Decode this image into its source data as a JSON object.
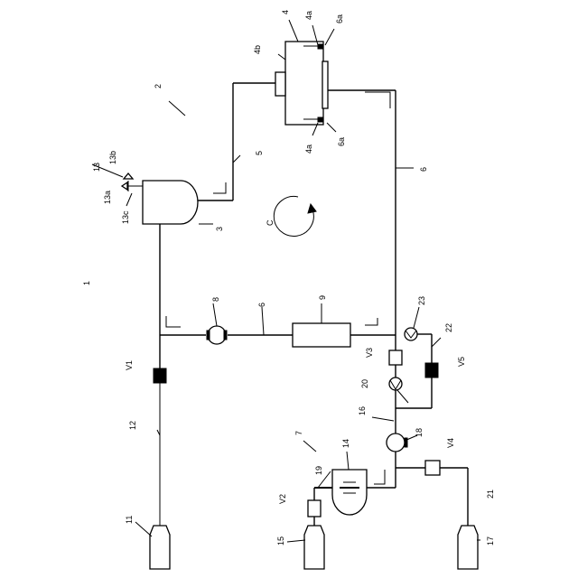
{
  "diagram": {
    "labels": {
      "system": "1",
      "circuit": "2",
      "tank": "3",
      "module": "4",
      "module_a_top": "4a",
      "module_a_bottom": "4a",
      "module_b": "4b",
      "line_5": "5",
      "line_6_right": "6",
      "line_6_mid": "6",
      "port_6a_top": "6a",
      "port_6a_bottom": "6a",
      "supply_unit": "7",
      "pump_8": "8",
      "filter_9": "9",
      "source_11": "11",
      "line_12": "12",
      "valve_group_13": "13",
      "valve_13a": "13a",
      "valve_13b": "13b",
      "valve_13c": "13c",
      "reservoir_14": "14",
      "source_15": "15",
      "line_16": "16",
      "source_17": "17",
      "pump_18": "18",
      "line_19": "19",
      "check_20": "20",
      "line_21": "21",
      "line_22": "22",
      "check_23": "23",
      "flow_c": "C",
      "valve_v1": "V1",
      "valve_v2": "V2",
      "valve_v3": "V3",
      "valve_v4": "V4",
      "valve_v5": "V5"
    }
  }
}
